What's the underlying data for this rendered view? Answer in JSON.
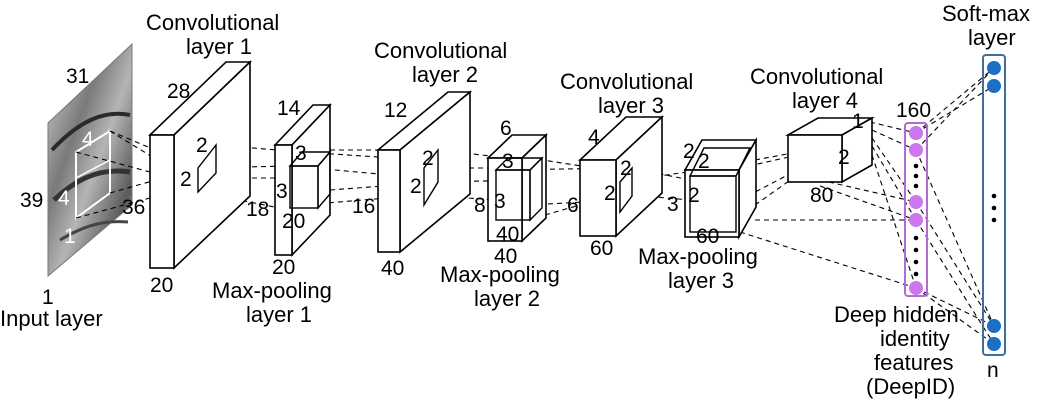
{
  "labels": {
    "input_layer": "Input layer",
    "conv1_line1": "Convolutional",
    "conv1_line2": "layer 1",
    "pool1_line1": "Max-pooling",
    "pool1_line2": "layer 1",
    "conv2_line1": "Convolutional",
    "conv2_line2": "layer 2",
    "pool2_line1": "Max-pooling",
    "pool2_line2": "layer 2",
    "conv3_line1": "Convolutional",
    "conv3_line2": "layer 3",
    "pool3_line1": "Max-pooling",
    "pool3_line2": "layer 3",
    "conv4_line1": "Convolutional",
    "conv4_line2": "layer 4",
    "deepid_line1": "Deep hidden",
    "deepid_line2": "identity",
    "deepid_line3": "features",
    "deepid_line4": "(DeepID)",
    "softmax_line1": "Soft-max",
    "softmax_line2": "layer"
  },
  "dims": {
    "input_w": "31",
    "input_h": "39",
    "input_d": "1",
    "input_k_top": "4",
    "input_k_side": "4",
    "input_k_d": "1",
    "conv1_w": "28",
    "conv1_h": "36",
    "conv1_d": "20",
    "conv1_k_top": "2",
    "conv1_k_side": "2",
    "pool1_w": "14",
    "pool1_h": "18",
    "pool1_d": "20",
    "pool1_k_top": "3",
    "pool1_k_side": "3",
    "pool1_k_d": "20",
    "conv2_w": "12",
    "conv2_h": "16",
    "conv2_d": "40",
    "conv2_k_top": "2",
    "conv2_k_side": "2",
    "pool2_w": "6",
    "pool2_h": "8",
    "pool2_d": "40",
    "pool2_k_top": "3",
    "pool2_k_side": "3",
    "pool2_k_d": "40",
    "conv3_w": "4",
    "conv3_h": "6",
    "conv3_d": "60",
    "conv3_k_top": "2",
    "conv3_k_side": "2",
    "pool3_w": "2",
    "pool3_h": "3",
    "pool3_d": "60",
    "pool3_k_top": "2",
    "pool3_k_side": "2",
    "conv4_w": "1",
    "conv4_h": "2",
    "conv4_d": "80",
    "deepid_n": "160",
    "softmax_n": "n"
  },
  "colors": {
    "stroke": "#000000",
    "deepid_node": "#cc77ee",
    "deepid_frame": "#b36bd4",
    "softmax_node": "#1c6fc4",
    "softmax_frame": "#3f6f9a"
  }
}
